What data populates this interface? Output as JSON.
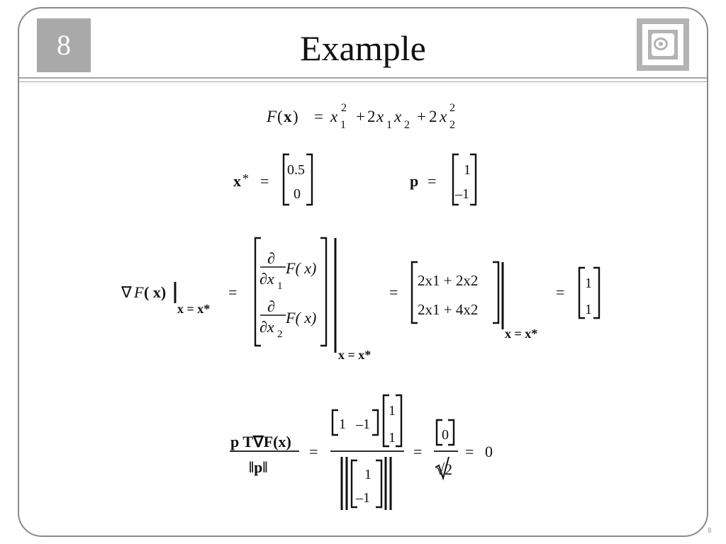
{
  "slide": {
    "chapter": "8",
    "title": "Example",
    "page_number": "8",
    "logo_icon": "spiral-logo-icon"
  },
  "equations": {
    "function": {
      "lhs_F": "F",
      "lhs_paren_open": "(",
      "lhs_x": "x",
      "lhs_paren_close": ")",
      "eq": "=",
      "t1_var": "x",
      "t1_sub": "1",
      "t1_sup": "2",
      "plus1": "+",
      "t2_coef": "2",
      "t2_var_a": "x",
      "t2_sub_a": "1",
      "t2_var_b": "x",
      "t2_sub_b": "2",
      "plus2": "+",
      "t3_coef": "2",
      "t3_var": "x",
      "t3_sub": "2",
      "t3_sup": "2"
    },
    "xstar": {
      "label": "x",
      "star": "*",
      "eq": "=",
      "values": [
        "0.5",
        "0"
      ]
    },
    "p": {
      "label": "p",
      "eq": "=",
      "values": [
        "1",
        "–1"
      ]
    },
    "gradient": {
      "nabla": "∇",
      "F": "F",
      "paren_x": "( x)",
      "eval_at": "x = x*",
      "eq1": "=",
      "partial": "∂",
      "dx": "∂x",
      "sub1": "1",
      "sub2": "2",
      "F_of_x": "F( x)",
      "eq2": "=",
      "row1": "2x1 + 2x2",
      "row2": "2x1 + 4x2",
      "eq3": "=",
      "result": [
        "1",
        "1"
      ]
    },
    "directional": {
      "numerator": "p T∇F(x)",
      "denominator": "‖p‖",
      "eq1": "=",
      "row_vec": [
        "1",
        "–1"
      ],
      "col_vec": [
        "1",
        "1"
      ],
      "norm_vec": [
        "1",
        "–1"
      ],
      "eq2": "=",
      "frac_num": "0",
      "frac_den": "√2",
      "eq3": "=",
      "result": "0"
    }
  }
}
